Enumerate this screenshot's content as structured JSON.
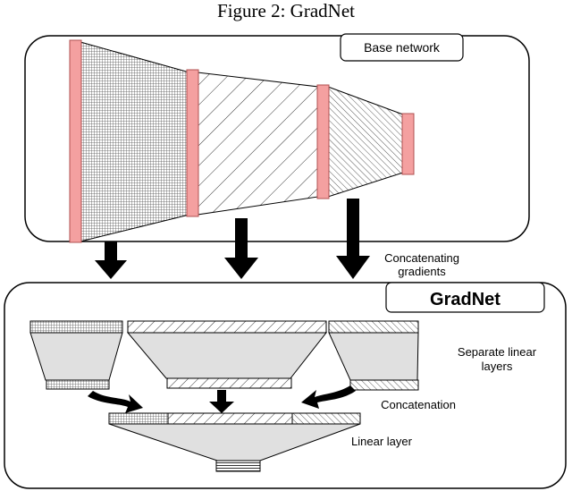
{
  "figure": {
    "title": "Figure 2: GradNet"
  },
  "base_network": {
    "label": "Base network"
  },
  "transfer": {
    "label_line1": "Concatenating",
    "label_line2": "gradients"
  },
  "gradnet": {
    "label": "GradNet",
    "separate_label_line1": "Separate linear",
    "separate_label_line2": "layers",
    "concat_label": "Concatenation",
    "linear_label": "Linear layer"
  },
  "colors": {
    "layer_bar": "#f4a0a0",
    "layer_bar_stroke": "#b05050",
    "trapezoid_fill": "#e0e0e0",
    "arrow": "#000000",
    "box_stroke": "#000000"
  }
}
